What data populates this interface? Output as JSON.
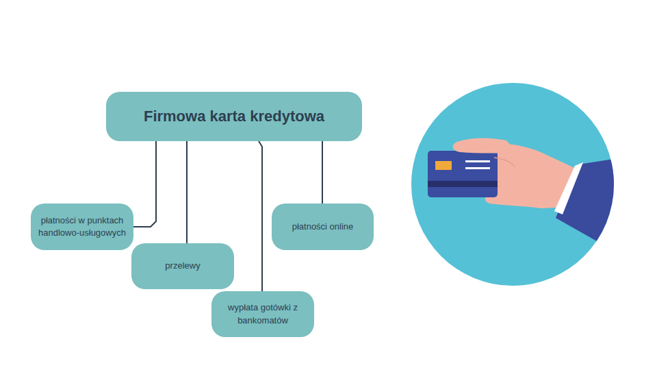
{
  "diagram": {
    "nodes": [
      {
        "text": [
          "Firmowa karta kredytowa"
        ]
      },
      {
        "text": [
          "płatności w punktach handlowo-usługowych"
        ]
      },
      {
        "text": [
          "przelewy"
        ]
      },
      {
        "text": [
          "wypłata gotówki z bankomatów"
        ]
      },
      {
        "text": [
          "płatności online"
        ]
      }
    ],
    "edges": [
      {
        "from": 0,
        "to": 1,
        "arrow": "none"
      },
      {
        "from": 0,
        "to": 2,
        "arrow": "none"
      },
      {
        "from": 0,
        "to": 3,
        "arrow": "none"
      },
      {
        "from": 0,
        "to": 4,
        "arrow": "none"
      }
    ]
  }
}
